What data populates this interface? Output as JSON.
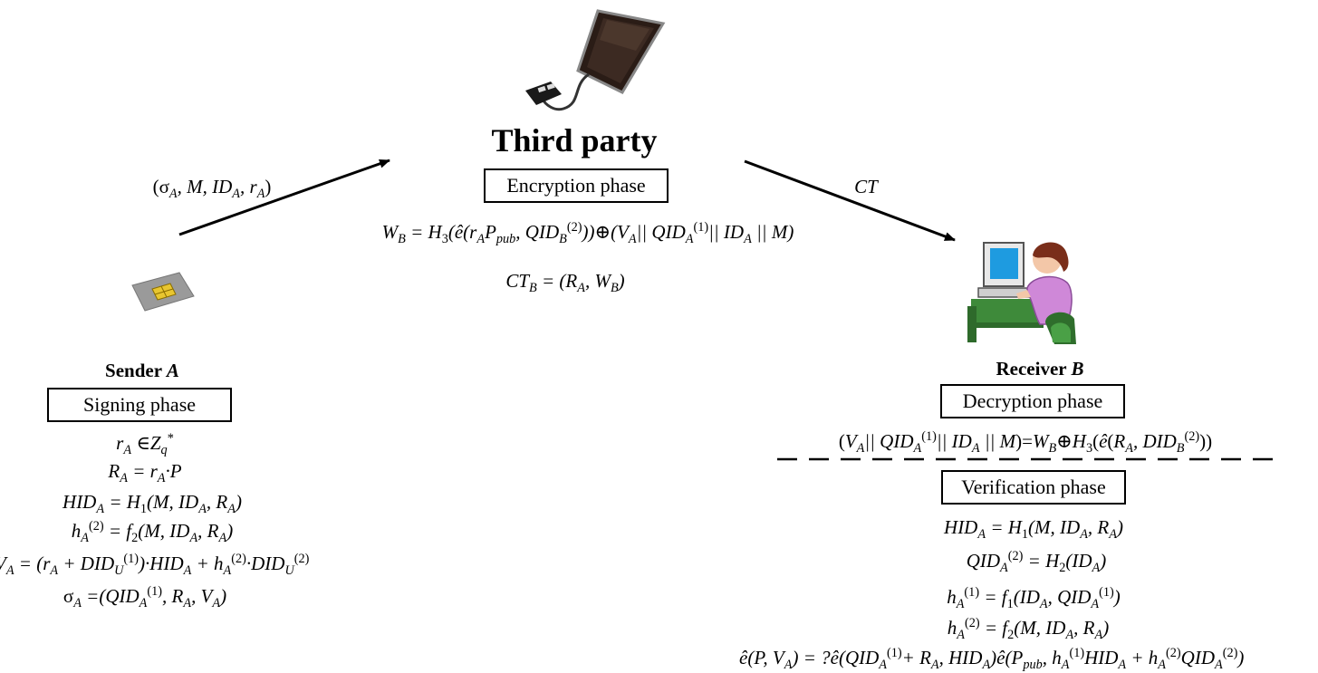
{
  "third_party": {
    "title": "Third party",
    "phase": "Encryption phase",
    "eq_w_lhs": "W",
    "eq_ct_lhs": "CT"
  },
  "sender": {
    "title": "Sender",
    "title_var": "A",
    "phase": "Signing phase"
  },
  "receiver": {
    "title": "Receiver",
    "title_var": "B",
    "phase_decrypt": "Decryption phase",
    "phase_verify": "Verification phase"
  },
  "arrows": {
    "sender_to_third_label": "(σA, M, IDA, rA)",
    "third_to_receiver_label": "CT"
  },
  "icons": {
    "phone": "smartphone-with-card-reader-icon",
    "sim": "sim-card-icon",
    "user": "person-at-computer-icon"
  }
}
